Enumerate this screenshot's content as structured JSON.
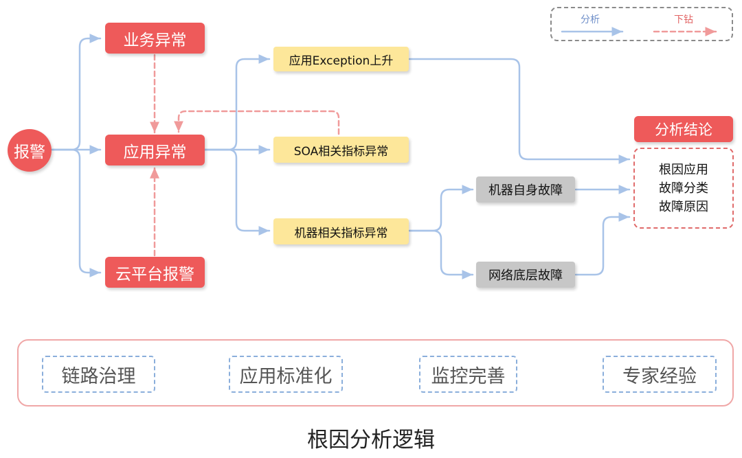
{
  "legend": {
    "analyze": "分析",
    "drilldown": "下钻"
  },
  "nodes": {
    "alarm": "报警",
    "business_exception": "业务异常",
    "app_exception": "应用异常",
    "cloud_alarm": "云平台报警",
    "exception_rise": "应用Exception上升",
    "soa_metrics": "SOA相关指标异常",
    "machine_metrics": "机器相关指标异常",
    "machine_fault": "机器自身故障",
    "network_fault": "网络底层故障",
    "conclusion_title": "分析结论",
    "conclusion_lines": [
      "根因应用",
      "故障分类",
      "故障原因"
    ]
  },
  "foundation": [
    "链路治理",
    "应用标准化",
    "监控完善",
    "专家经验"
  ],
  "title": "根因分析逻辑",
  "colors": {
    "red_node": "#ee5a5a",
    "yellow_node": "#fde79a",
    "gray_node": "#c7c7c7",
    "analyze_line": "#a8c3e8",
    "drilldown_line": "#f09a9a"
  }
}
